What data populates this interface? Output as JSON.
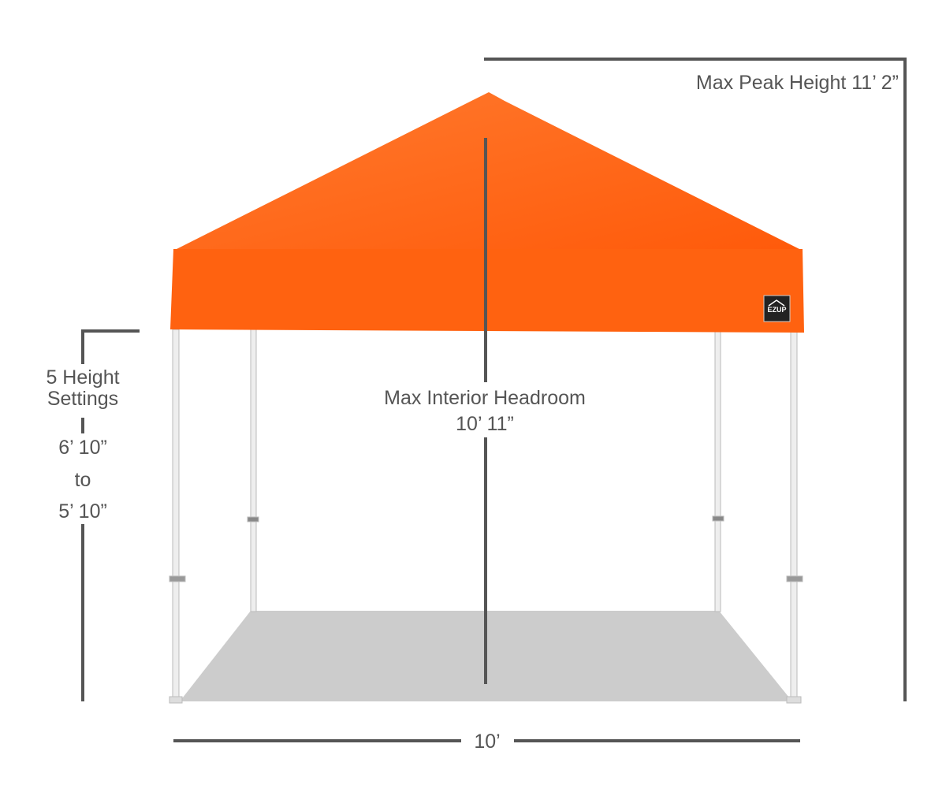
{
  "labels": {
    "peak_height": "Max Peak Height 11’ 2”",
    "headroom_title": "Max Interior Headroom",
    "headroom_value": "10’ 11”",
    "height_settings_1": "5 Height",
    "height_settings_2": "Settings",
    "height_max": "6’ 10”",
    "height_to": "to",
    "height_min": "5’ 10”",
    "width": "10’"
  },
  "logo": {
    "text": "EZUP"
  },
  "colors": {
    "canopy": "#ff6a1f",
    "dimension_line": "#555555",
    "floor": "#cccccc",
    "frame": "#e6e6e6"
  }
}
